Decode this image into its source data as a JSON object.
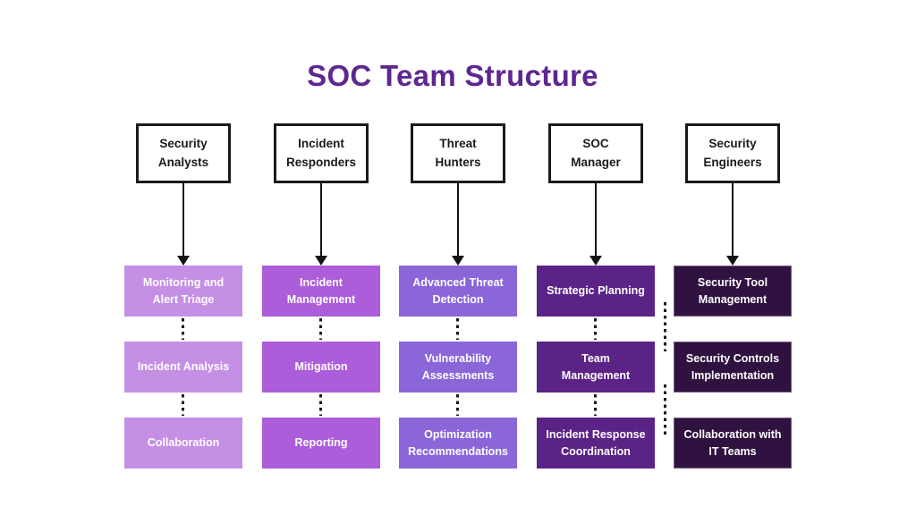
{
  "title": "SOC Team Structure",
  "palette": {
    "title_color": "#5E2790",
    "connector_color": "#1A1A1A",
    "header_border_color": "#1A1A1A",
    "column_colors": [
      "#C48FE4",
      "#AC5DD9",
      "#8A66D9",
      "#5C2386",
      "#2F1240"
    ]
  },
  "columns": [
    {
      "role": "Security\nAnalysts",
      "color": "#C48FE4",
      "tasks": [
        "Monitoring and\nAlert Triage",
        "Incident Analysis",
        "Collaboration"
      ]
    },
    {
      "role": "Incident\nResponders",
      "color": "#AC5DD9",
      "tasks": [
        "Incident\nManagement",
        "Mitigation",
        "Reporting"
      ]
    },
    {
      "role": "Threat\nHunters",
      "color": "#8A66D9",
      "tasks": [
        "Advanced Threat\nDetection",
        "Vulnerability\nAssessments",
        "Optimization\nRecommendations"
      ]
    },
    {
      "role": "SOC\nManager",
      "color": "#5C2386",
      "tasks": [
        "Strategic Planning",
        "Team\nManagement",
        "Incident Response\nCoordination"
      ]
    },
    {
      "role": "Security\nEngineers",
      "color": "#2F1240",
      "tasks": [
        "Security Tool\nManagement",
        "Security Controls\nImplementation",
        "Collaboration with\nIT Teams"
      ]
    }
  ]
}
